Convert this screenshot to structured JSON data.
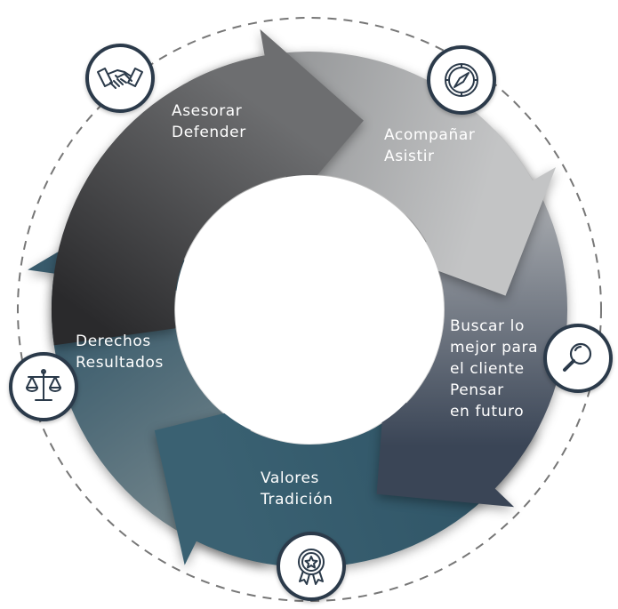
{
  "segments": [
    {
      "id": "asesorar",
      "lines": [
        "Asesorar",
        "Defender"
      ],
      "icon": "handshake-icon",
      "color_start": "#2a2a2c",
      "color_end": "#6d6e70"
    },
    {
      "id": "acompanar",
      "lines": [
        "Acompañar",
        "Asistir"
      ],
      "icon": "compass-icon",
      "color_start": "#8c8e90",
      "color_end": "#c3c4c5"
    },
    {
      "id": "buscar",
      "lines": [
        "Buscar lo",
        "mejor para",
        "el cliente",
        "Pensar",
        "en futuro"
      ],
      "icon": "magnifier-icon",
      "color_start": "#b4b6b9",
      "color_end": "#3a4556"
    },
    {
      "id": "valores",
      "lines": [
        "Valores",
        "Tradición"
      ],
      "icon": "award-icon",
      "color_start": "#2f5466",
      "color_end": "#3a6172"
    },
    {
      "id": "derechos",
      "lines": [
        "Derechos",
        "Resultados"
      ],
      "icon": "scales-icon",
      "color_start": "#7a8a8f",
      "color_end": "#385a6b"
    }
  ],
  "colors": {
    "icon_stroke": "#2b3a4a",
    "dashed_ring": "#777777"
  }
}
